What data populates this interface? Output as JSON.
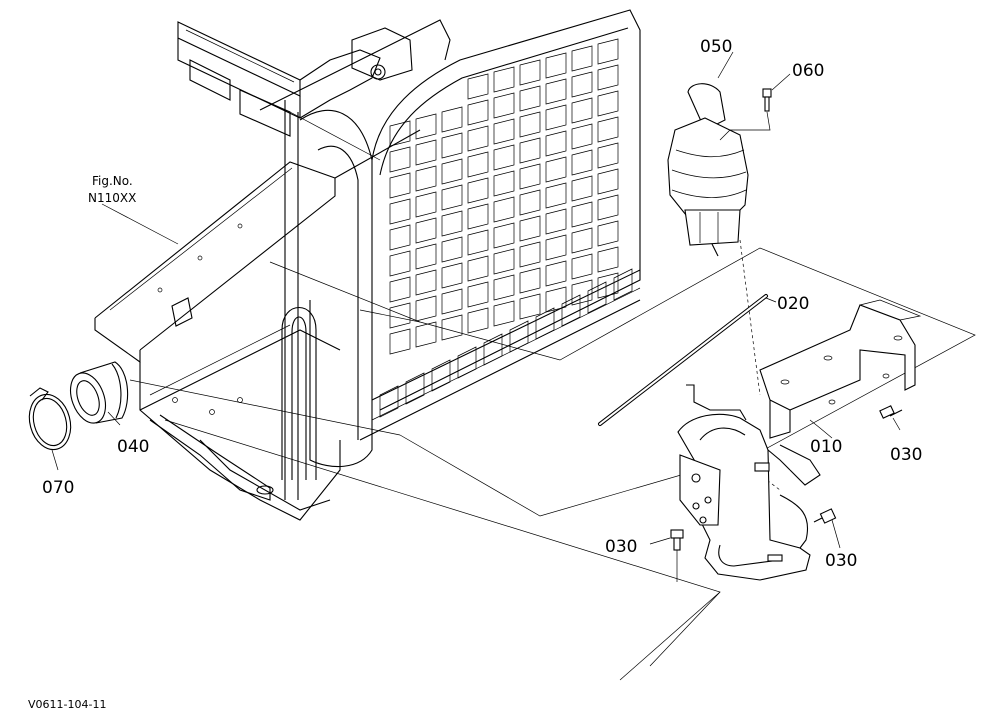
{
  "figure_reference": {
    "line1": "Fig.No.",
    "line2": "N110XX"
  },
  "part_labels": {
    "p010": "010",
    "p020": "020",
    "p030_right": "030",
    "p030_lower_left": "030",
    "p030_lower_right": "030",
    "p040": "040",
    "p050": "050",
    "p060": "060",
    "p070": "070"
  },
  "drawing_code": "V0611-104-11"
}
